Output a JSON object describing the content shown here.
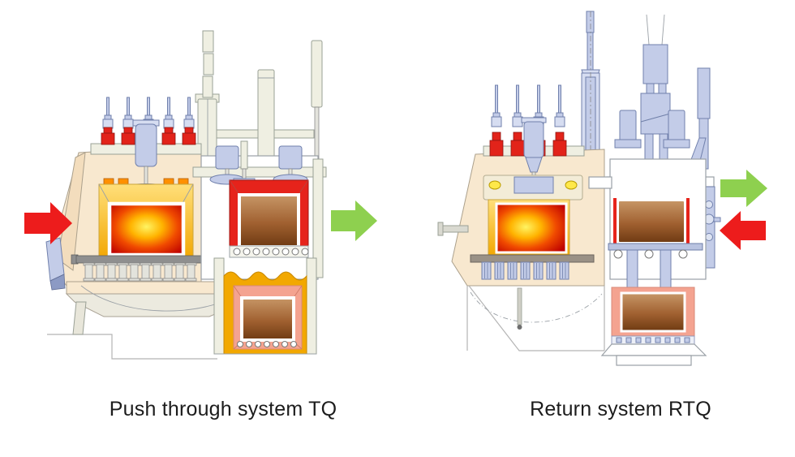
{
  "panels": {
    "tq": {
      "caption": "Push through system TQ",
      "arrows": {
        "in": {
          "name": "charge-in-arrow",
          "side": "left",
          "direction": "right",
          "color": "#ed1c1c"
        },
        "out": {
          "name": "discharge-out-arrow",
          "side": "right",
          "direction": "right",
          "color": "#8ed04f"
        }
      }
    },
    "rtq": {
      "caption": "Return system RTQ",
      "arrows": {
        "out": {
          "name": "discharge-out-arrow",
          "side": "right",
          "direction": "right",
          "color": "#8ed04f"
        },
        "in": {
          "name": "charge-in-arrow",
          "side": "right",
          "direction": "left",
          "color": "#ed1c1c"
        }
      }
    }
  },
  "colors": {
    "arrow_red": "#ed1c1c",
    "arrow_green": "#8ed04f",
    "burner_red": "#e2231a",
    "chamber_red": "#e6231b",
    "furnace_beige": "#f8e8cf",
    "machine_blue": "#c3cce8",
    "machine_blue_dark": "#7080ac",
    "cream": "#efefe2",
    "outline_grey": "#9aa0a6",
    "hot_center": "#fff463",
    "hot_mid": "#ffb300",
    "hot_deep": "#f04a00",
    "hot_edge": "#bd0000",
    "load_top": "#c79767",
    "load_mid": "#a06030",
    "load_bottom": "#6e3a12",
    "yellow_light": "#ffdf7a",
    "yellow_deep": "#f2a600",
    "quench_oil": "#f2a800",
    "quench_pink": "#f4a390",
    "caption_color": "#1c1c1c"
  }
}
